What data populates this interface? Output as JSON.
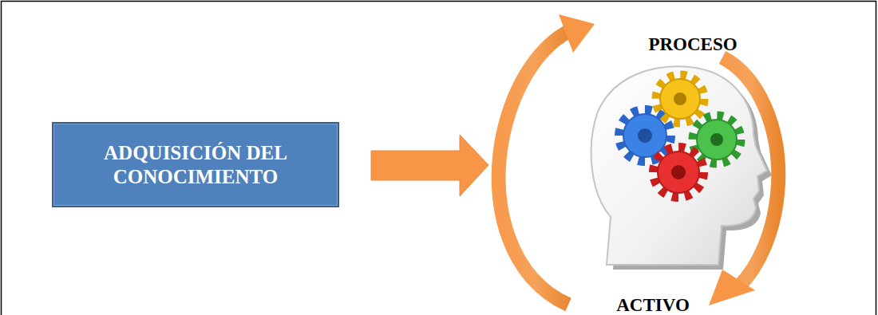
{
  "diagram": {
    "nodes": [
      {
        "text": [
          "ADQUISICIÓN DEL CONOCIMIENTO"
        ]
      }
    ],
    "labels": [
      "PROCESO",
      "ACTIVO"
    ]
  }
}
